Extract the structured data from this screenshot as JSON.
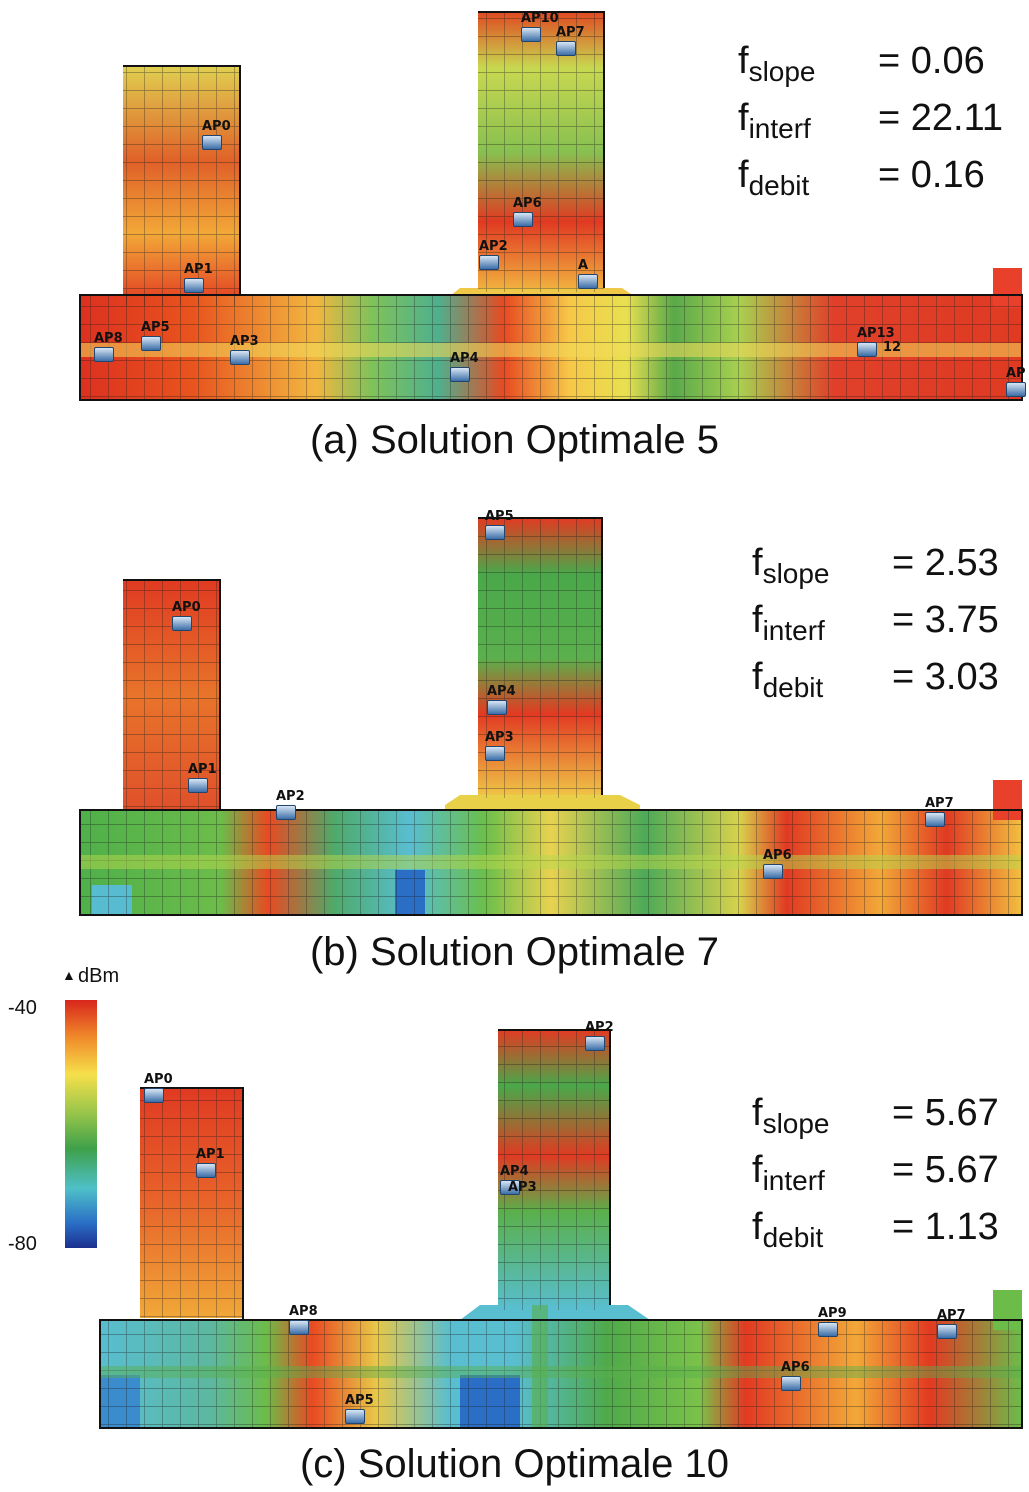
{
  "panels": [
    {
      "caption": "(a) Solution Optimale 5",
      "metrics": [
        {
          "base": "f",
          "sub": "slope",
          "value": "=  0.06"
        },
        {
          "base": "f",
          "sub": "interf",
          "value": "= 22.11"
        },
        {
          "base": "f",
          "sub": "debit",
          "value": "=  0.16"
        }
      ],
      "access_points": [
        "AP10",
        "AP7",
        "AP0",
        "AP6",
        "AP2",
        "A",
        "AP1",
        "AP8",
        "AP5",
        "AP3",
        "AP4",
        "AP13",
        "12",
        "AP"
      ]
    },
    {
      "caption": "(b) Solution Optimale 7",
      "metrics": [
        {
          "base": "f",
          "sub": "slope",
          "value": "= 2.53"
        },
        {
          "base": "f",
          "sub": "interf",
          "value": "= 3.75"
        },
        {
          "base": "f",
          "sub": "debit",
          "value": "= 3.03"
        }
      ],
      "access_points": [
        "AP5",
        "AP0",
        "AP4",
        "AP3",
        "AP1",
        "AP2",
        "AP7",
        "AP6"
      ]
    },
    {
      "caption": "(c) Solution Optimale 10",
      "metrics": [
        {
          "base": "f",
          "sub": "slope",
          "value": "= 5.67"
        },
        {
          "base": "f",
          "sub": "interf",
          "value": "= 5.67"
        },
        {
          "base": "f",
          "sub": "debit",
          "value": "= 1.13"
        }
      ],
      "access_points": [
        "AP2",
        "AP0",
        "AP1",
        "AP4",
        "AP3",
        "AP8",
        "AP9",
        "AP7",
        "AP6",
        "AP5"
      ]
    }
  ],
  "legend": {
    "unit": "dBm",
    "max_label": "-40",
    "min_label": "-80",
    "colors": [
      "#d8261c",
      "#f08a2a",
      "#f6e04a",
      "#8fc24a",
      "#3ea04a",
      "#4ec0c8",
      "#2a6ec6",
      "#1c2f8f"
    ]
  }
}
